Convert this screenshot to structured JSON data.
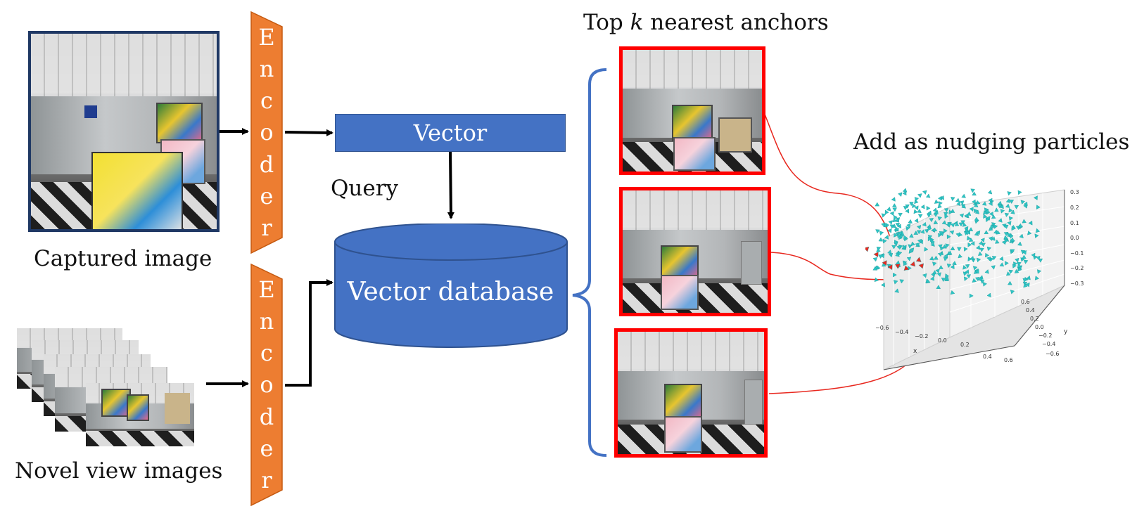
{
  "left": {
    "captured_label": "Captured image",
    "novel_label": "Novel view images"
  },
  "encoders": [
    {
      "letters": [
        "E",
        "n",
        "c",
        "o",
        "d",
        "e",
        "r"
      ]
    },
    {
      "letters": [
        "E",
        "n",
        "c",
        "o",
        "d",
        "e",
        "r"
      ]
    }
  ],
  "center": {
    "vector_label": "Vector",
    "query_label": "Query",
    "database_label": "Vector database"
  },
  "anchors": {
    "title_prefix": "Top ",
    "title_var": "k",
    "title_suffix": " nearest anchors"
  },
  "particles": {
    "title": "Add as nudging particles",
    "x_ticks": [
      "−0.6",
      "−0.4",
      "−0.2",
      "0.0",
      "0.2",
      "0.4",
      "0.6"
    ],
    "y_ticks": [
      "0.6",
      "0.4",
      "0.2",
      "0.0",
      "−0.2",
      "−0.4",
      "−0.6"
    ],
    "z_ticks": [
      "0.3",
      "0.2",
      "0.1",
      "0.0",
      "−0.1",
      "−0.2",
      "−0.3"
    ],
    "x_label": "x",
    "y_label": "y"
  },
  "colors": {
    "encoder": "#ed7d31",
    "box": "#4472c4",
    "anchor_border": "#ff0000",
    "particle": "#2ec4c4",
    "nudge": "#e8281f",
    "bracket": "#4472c4"
  }
}
